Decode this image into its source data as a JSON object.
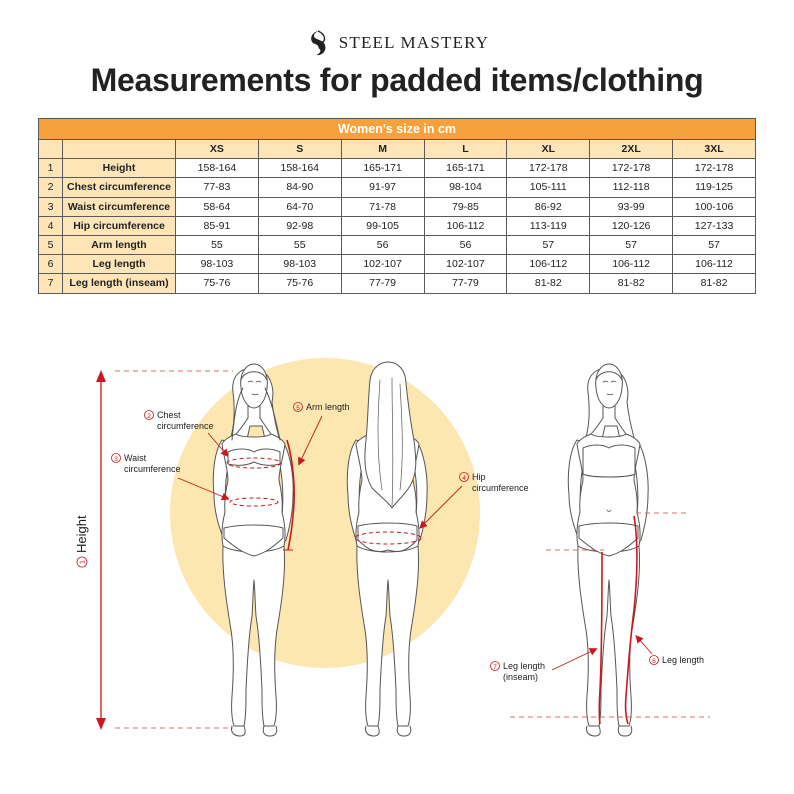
{
  "brand": {
    "name": "Steel Mastery"
  },
  "title": "Measurements for padded items/clothing",
  "table": {
    "caption": "Women's size in cm",
    "columns": [
      "XS",
      "S",
      "M",
      "L",
      "XL",
      "2XL",
      "3XL"
    ],
    "rows": [
      {
        "index": "1",
        "label": "Height",
        "values": [
          "158-164",
          "158-164",
          "165-171",
          "165-171",
          "172-178",
          "172-178",
          "172-178"
        ]
      },
      {
        "index": "2",
        "label": "Chest circumference",
        "values": [
          "77-83",
          "84-90",
          "91-97",
          "98-104",
          "105-111",
          "112-118",
          "119-125"
        ]
      },
      {
        "index": "3",
        "label": "Waist circumference",
        "values": [
          "58-64",
          "64-70",
          "71-78",
          "79-85",
          "86-92",
          "93-99",
          "100-106"
        ]
      },
      {
        "index": "4",
        "label": "Hip circumference",
        "values": [
          "85-91",
          "92-98",
          "99-105",
          "106-112",
          "113-119",
          "120-126",
          "127-133"
        ]
      },
      {
        "index": "5",
        "label": "Arm length",
        "values": [
          "55",
          "55",
          "56",
          "56",
          "57",
          "57",
          "57"
        ]
      },
      {
        "index": "6",
        "label": "Leg length",
        "values": [
          "98-103",
          "98-103",
          "102-107",
          "102-107",
          "106-112",
          "106-112",
          "106-112"
        ]
      },
      {
        "index": "7",
        "label": "Leg length (inseam)",
        "values": [
          "75-76",
          "75-76",
          "77-79",
          "77-79",
          "81-82",
          "81-82",
          "81-82"
        ]
      }
    ]
  },
  "diagram": {
    "labels": {
      "height": {
        "num": "1",
        "text": "Height"
      },
      "chest": {
        "num": "2",
        "line1": "Chest",
        "line2": "circumference"
      },
      "waist": {
        "num": "3",
        "line1": "Waist",
        "line2": "circumference"
      },
      "hip": {
        "num": "4",
        "line1": "Hip",
        "line2": "circumference"
      },
      "arm": {
        "num": "5",
        "text": "Arm length"
      },
      "leg": {
        "num": "6",
        "text": "Leg length"
      },
      "inseam": {
        "num": "7",
        "line1": "Leg length",
        "line2": "(inseam)"
      }
    }
  },
  "colors": {
    "accent": "#f6a13c",
    "table_header_fill": "#fde5b8",
    "figure_circle": "#fde7b0",
    "measure_red": "#c9191e",
    "outline": "#555555"
  }
}
